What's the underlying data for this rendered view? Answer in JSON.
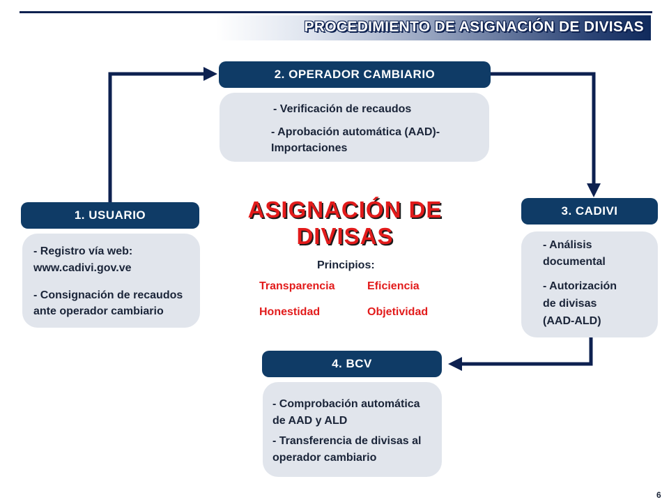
{
  "title": "PROCEDIMIENTO DE ASIGNACIÓN DE DIVISAS",
  "center": {
    "title_line1": "ASIGNACIÓN DE",
    "title_line2": "DIVISAS",
    "principles_label": "Principios:",
    "principles": [
      "Transparencia",
      "Eficiencia",
      "Honestidad",
      "Objetividad"
    ]
  },
  "nodes": {
    "usuario": {
      "label": "1. USUARIO",
      "lines": [
        "- Registro vía web:",
        "www.cadivi.gov.ve",
        "- Consignación de recaudos",
        "ante operador cambiario"
      ]
    },
    "operador": {
      "label": "2. OPERADOR  CAMBIARIO",
      "lines": [
        "- Verificación de recaudos",
        "- Aprobación automática (AAD)-",
        "Importaciones"
      ]
    },
    "cadivi": {
      "label": "3. CADIVI",
      "lines": [
        "- Análisis",
        "documental",
        "- Autorización",
        "de divisas",
        "(AAD-ALD)"
      ]
    },
    "bcv": {
      "label": "4. BCV",
      "lines": [
        "- Comprobación automática",
        "de AAD y ALD",
        "- Transferencia de divisas al",
        "operador cambiario"
      ]
    }
  },
  "edges": [
    {
      "from": "usuario",
      "to": "operador"
    },
    {
      "from": "operador",
      "to": "cadivi"
    },
    {
      "from": "cadivi",
      "to": "bcv"
    }
  ],
  "page_number": "6",
  "colors": {
    "header": "#0f3b66",
    "box": "#e1e5ec",
    "connector": "#0d2150",
    "accent": "#e21b1b"
  }
}
